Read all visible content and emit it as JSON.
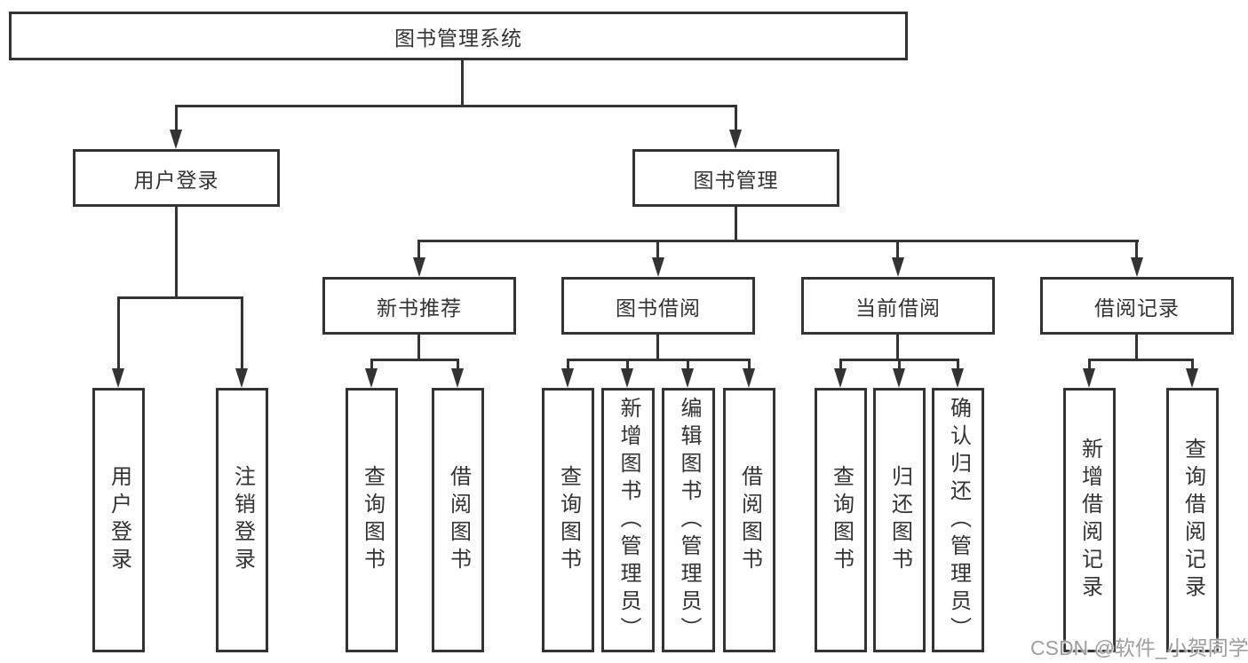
{
  "diagram_type": "hierarchy-tree",
  "colors": {
    "background": "#ffffff",
    "line": "#333333",
    "text": "#333333",
    "watermark": "#9e9e9e"
  },
  "tree": {
    "label": "图书管理系统",
    "children": [
      {
        "label": "用户登录",
        "children": [
          {
            "label": "用户登录"
          },
          {
            "label": "注销登录"
          }
        ]
      },
      {
        "label": "图书管理",
        "children": [
          {
            "label": "新书推荐",
            "children": [
              {
                "label": "查询图书"
              },
              {
                "label": "借阅图书"
              }
            ]
          },
          {
            "label": "图书借阅",
            "children": [
              {
                "label": "查询图书"
              },
              {
                "label": "新增图书（管理员）"
              },
              {
                "label": "编辑图书（管理员）"
              },
              {
                "label": "借阅图书"
              }
            ]
          },
          {
            "label": "当前借阅",
            "children": [
              {
                "label": "查询图书"
              },
              {
                "label": "归还图书"
              },
              {
                "label": "确认归还（管理员）"
              }
            ]
          },
          {
            "label": "借阅记录",
            "children": [
              {
                "label": "新增借阅记录"
              },
              {
                "label": "查询借阅记录"
              }
            ]
          }
        ]
      }
    ]
  },
  "watermark": {
    "text": "CSDN @软件_小贺同学"
  }
}
